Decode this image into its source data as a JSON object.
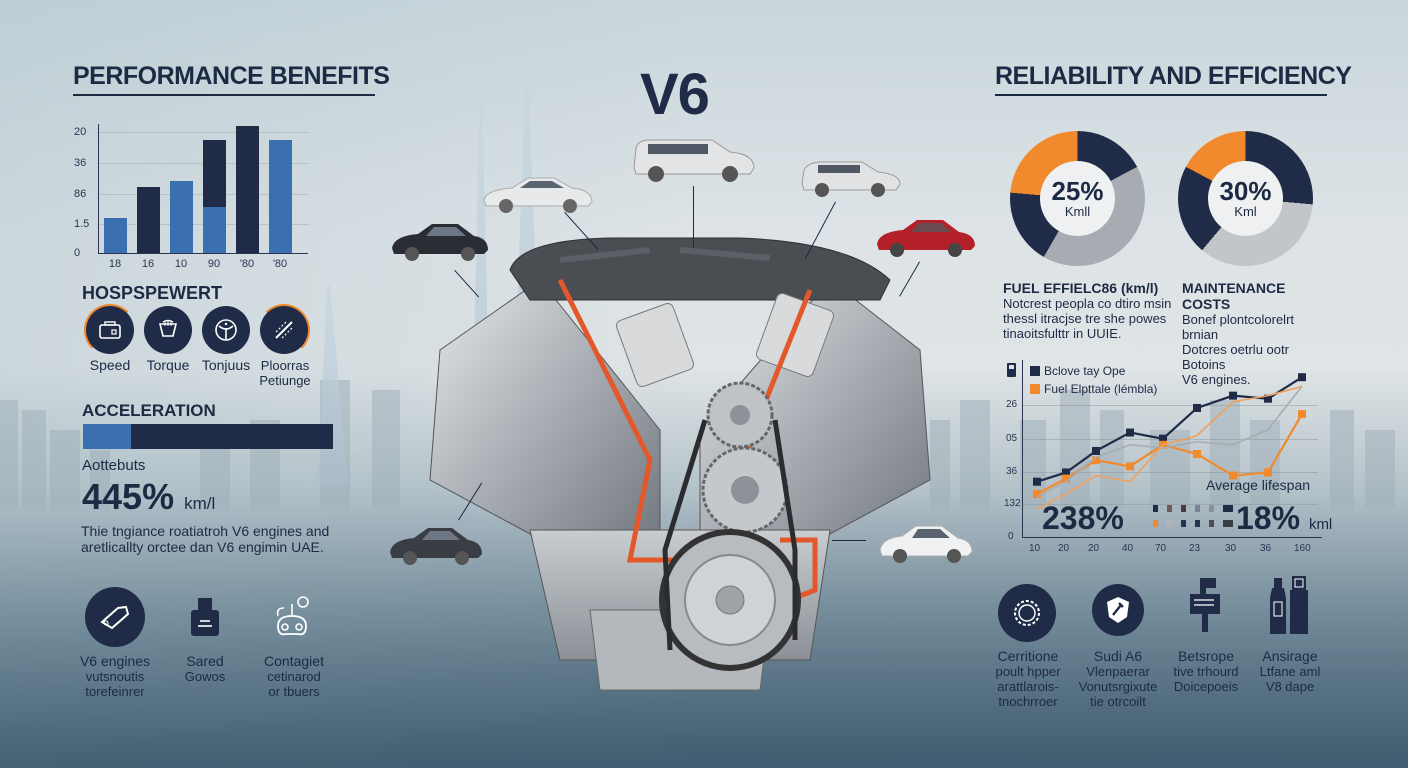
{
  "title": "V6",
  "colors": {
    "navy": "#1f2b47",
    "blue": "#3a6fb0",
    "orange": "#f08a2c",
    "gray": "#a7acb2",
    "text": "#1d2a44"
  },
  "left": {
    "performance": {
      "title": "PERFORMANCE BENEFITS"
    },
    "hosp": {
      "title": "HOSPSPEWERT",
      "items": [
        {
          "label": "Speed",
          "icon": "battery-icon"
        },
        {
          "label": "Torque",
          "icon": "piston-icon"
        },
        {
          "label": "Tonjuus",
          "icon": "steering-wheel-icon"
        },
        {
          "label": "Ploorras Petiunge",
          "icon": "tools-icon"
        }
      ]
    },
    "acceleration": {
      "title": "ACCELERATION",
      "progress_pct": 19,
      "sub_label": "Aottebuts",
      "value": "445%",
      "unit": "km/l",
      "desc_line1": "Thie tngiance roatiatroh V6 engines and",
      "desc_line2": "aretlicallty orctee dan V6 engimin UAE."
    },
    "features": [
      {
        "line1": "V6 engines",
        "line2": "vutsnoutis",
        "line3": "torefeinrer",
        "icon": "fuel-tag-icon"
      },
      {
        "line1": "Sared",
        "line2": "Gowos",
        "line3": "",
        "icon": "printer-icon"
      },
      {
        "line1": "Contagiet",
        "line2": "cetinarod",
        "line3": "or tbuers",
        "icon": "robot-icon"
      }
    ]
  },
  "right": {
    "reliability": {
      "title": "RELIABILITY AND EFFICIENCY"
    },
    "donuts": [
      {
        "value": "25%",
        "unit": "Kmll"
      },
      {
        "value": "30%",
        "unit": "Kml"
      }
    ],
    "fuel": {
      "title": "FUEL EFFIELC86 (km/l)",
      "line1": "Notcrest peopla co dtiro msin",
      "line2": "thessl itracjse tre she powes",
      "line3": "tinaoitsfulttr in UUIE."
    },
    "maintenance": {
      "title": "MAINTENANCE COSTS",
      "line1": "Bonef plontcolorelrt brnian",
      "line2": "Dotcres oetrlu ootr Botoins",
      "line3": "V6 engines."
    },
    "line_chart_labels": {
      "legend1": "Bclove tay Ope",
      "legend2": "Fuel Elpttale (lémbla)",
      "avg_label": "Average lifespan",
      "big_left": "238%",
      "big_right": "18%",
      "big_right_unit": "kml"
    },
    "features": [
      {
        "line1": "Cerritione",
        "line2": "poult hpper",
        "line3": "arattlarois-",
        "line4": "tnochrroer",
        "icon": "gear-ring-icon"
      },
      {
        "line1": "Sudi A6",
        "line2": "Vlenpaerar",
        "line3": "Vonutsrgixute",
        "line4": "tie otrcoilt",
        "icon": "shield-wrench-icon"
      },
      {
        "line1": "Betsrope",
        "line2": "tive trhourd",
        "line3": "Doicepoeis",
        "line4": "",
        "icon": "faucet-icon"
      },
      {
        "line1": "Ansirage",
        "line2": "Ltfane aml",
        "line3": "V8 dape",
        "line4": "",
        "icon": "bottle-icon"
      }
    ]
  },
  "chart_data": [
    {
      "type": "bar",
      "title": "PERFORMANCE BENEFITS",
      "categories": [
        "18",
        "16",
        "10",
        "90",
        "'80",
        "'80"
      ],
      "y_tick_labels": [
        "0",
        "1.5",
        "86",
        "36",
        "20"
      ],
      "series": [
        {
          "name": "light",
          "color": "#3a6fb0",
          "values": [
            1.2,
            0,
            2.5,
            1.6,
            0,
            3.9
          ]
        },
        {
          "name": "dark",
          "color": "#1f2b47",
          "values": [
            0,
            2.3,
            0,
            2.3,
            4.4,
            0
          ]
        }
      ],
      "totals": [
        1.2,
        2.3,
        2.5,
        3.9,
        4.4,
        3.9
      ],
      "ylim": [
        0,
        4.5
      ],
      "grid": true
    },
    {
      "type": "pie",
      "title": "Donut 1",
      "center_label": "25%",
      "slices": [
        {
          "color": "#1f2b47",
          "value": 17
        },
        {
          "color": "#a7acb2",
          "value": 41
        },
        {
          "color": "#1f2b47",
          "value": 18
        },
        {
          "color": "#f08a2c",
          "value": 24
        }
      ]
    },
    {
      "type": "pie",
      "title": "Donut 2",
      "center_label": "30%",
      "slices": [
        {
          "color": "#1f2b47",
          "value": 26
        },
        {
          "color": "#a7acb2",
          "value": 35
        },
        {
          "color": "#1f2b47",
          "value": 22
        },
        {
          "color": "#f08a2c",
          "value": 17
        }
      ]
    },
    {
      "type": "line",
      "x": [
        "10",
        "20",
        "20",
        "40",
        "70",
        "23",
        "30",
        "36",
        "160"
      ],
      "y_tick_labels": [
        "0",
        "132",
        "36",
        "05",
        "26"
      ],
      "legend": [
        "Bclove tay Ope",
        "Fuel Elpttale (lémbla)"
      ],
      "series": [
        {
          "name": "Bclove tay Ope",
          "color": "#1f2b47",
          "values": [
            1.8,
            2.1,
            2.8,
            3.4,
            3.2,
            4.2,
            4.6,
            4.5,
            5.2
          ]
        },
        {
          "name": "Fuel Elpttale (lémbla)",
          "color": "#f08a2c",
          "values": [
            1.4,
            1.9,
            2.5,
            2.3,
            3.0,
            2.7,
            2.0,
            2.1,
            4.0
          ]
        },
        {
          "name": "gray-1",
          "color": "#a7acb2",
          "values": [
            1.3,
            1.8,
            2.6,
            3.0,
            2.9,
            3.1,
            3.0,
            3.5,
            4.9
          ]
        },
        {
          "name": "orange-2",
          "color": "#f0a060",
          "values": [
            0.9,
            1.4,
            2.0,
            1.8,
            3.0,
            3.3,
            4.4,
            4.6,
            4.9
          ]
        }
      ],
      "ylim": [
        0,
        5.5
      ],
      "grid": true
    }
  ]
}
